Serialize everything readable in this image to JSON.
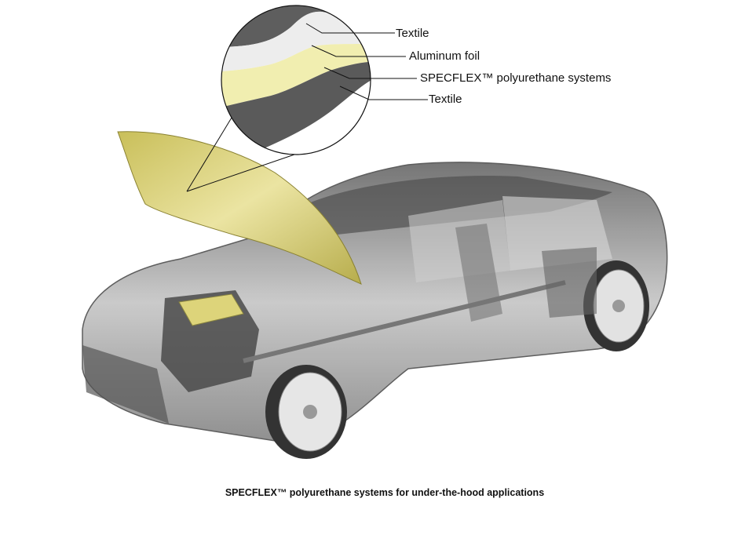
{
  "labels": {
    "textile_top": "Textile",
    "aluminum_foil": "Aluminum foil",
    "specflex": "SPECFLEX™ polyurethane systems",
    "textile_bottom": "Textile"
  },
  "caption": "SPECFLEX™ polyurethane systems for under-the-hood applications",
  "colors": {
    "hood_yellow": "#e6e09a",
    "layer_yellow": "#f1eeb0",
    "textile_gray": "#5f5f5f",
    "car_gray": "#9a9a9a"
  }
}
